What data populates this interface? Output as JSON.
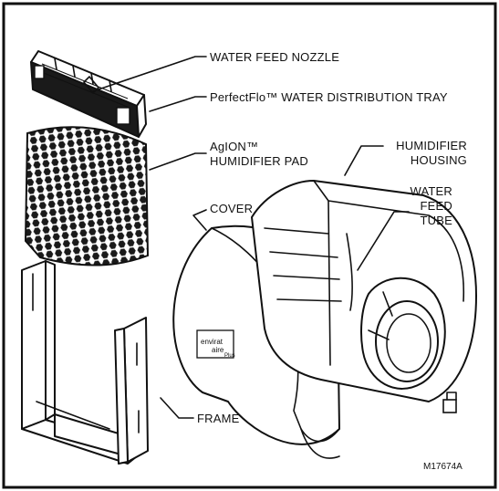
{
  "labels": {
    "water_feed_nozzle": "WATER FEED NOZZLE",
    "distribution_tray": "PerfectFlo™ WATER DISTRIBUTION TRAY",
    "pad_line1": "AgION™",
    "pad_line2": "HUMIDIFIER PAD",
    "housing_line1": "HUMIDIFIER",
    "housing_line2": "HOUSING",
    "tube_line1": "WATER",
    "tube_line2": "FEED",
    "tube_line3": "TUBE",
    "cover": "COVER",
    "frame": "FRAME"
  },
  "brand_mark": {
    "line1": "envirat",
    "line2": "aire",
    "line3": "Plus"
  },
  "figure_code": "M17674A",
  "colors": {
    "ink": "#111111",
    "paper": "#ffffff"
  }
}
